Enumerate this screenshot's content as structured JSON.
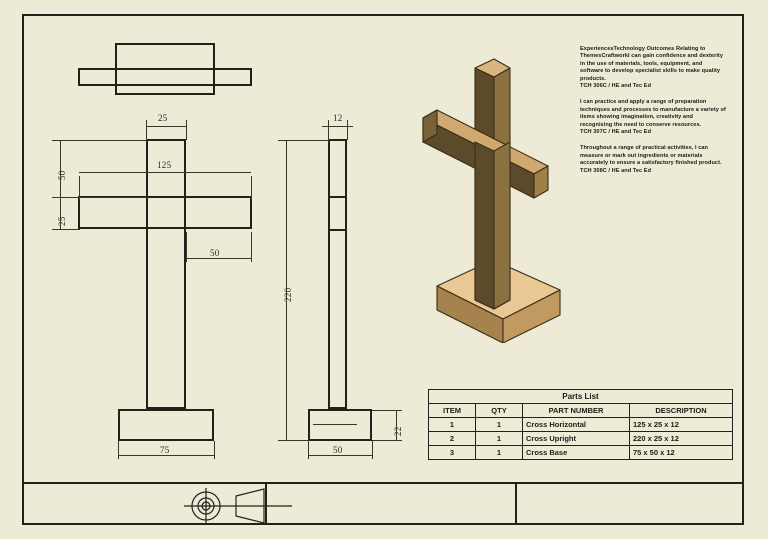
{
  "sheet": {
    "background_color": "#edebd6",
    "border_color": "#23211c"
  },
  "notes": [
    {
      "body": "ExperiencesTechnology Outcomes Relating to ThemesCraftworkI can gain confidence and dexterity in the use of materials, tools, equipment, and software to develop specialist skills to make quality products.",
      "code": "TCH 306C / HE and Tec Ed"
    },
    {
      "body": "I can practice and apply a range of preparation techniques and processes to manufacture a variety of items showing imagination, creativity and recognising the need to conserve resources.",
      "code": "TCH 307C / HE and Tec Ed"
    },
    {
      "body": "Throughout a range of practical activities, I can measure or mark out ingredients or materials accurately to ensure a satisfactory finished product.",
      "code": "TCH 308C / HE and Tec Ed"
    }
  ],
  "parts_list": {
    "title": "Parts List",
    "columns": [
      "ITEM",
      "QTY",
      "PART NUMBER",
      "DESCRIPTION"
    ],
    "rows": [
      {
        "item": "1",
        "qty": "1",
        "part_number": "Cross Horizontal",
        "description": "125 x 25 x 12"
      },
      {
        "item": "2",
        "qty": "1",
        "part_number": "Cross Upright",
        "description": "220 x 25 x 12"
      },
      {
        "item": "3",
        "qty": "1",
        "part_number": "Cross Base",
        "description": "75 x 50 x 12"
      }
    ]
  },
  "dimensions": {
    "front_top_width": "25",
    "front_cross_width": "125",
    "front_upper_height": "50",
    "front_bar_height": "25",
    "front_half_cross": "50",
    "front_base_width": "75",
    "side_thickness": "12",
    "side_total_height": "220",
    "side_base_width": "50",
    "side_base_height": "22"
  },
  "projection_symbol": {
    "name": "first-angle-projection-symbol"
  },
  "model": {
    "name": "wooden-cross-isometric",
    "colors": {
      "upright_front": "#5c4a2b",
      "upright_side": "#8a7240",
      "upright_top": "#d9b57f",
      "cross_front": "#5c4a2b",
      "cross_top": "#cfa96f",
      "cross_end": "#9e8048",
      "base_top": "#e9c893",
      "base_front": "#a6824c",
      "base_side": "#8a6c3c",
      "outline": "#3a2d18"
    }
  },
  "title_block": {
    "cells": [
      "",
      "",
      ""
    ]
  }
}
